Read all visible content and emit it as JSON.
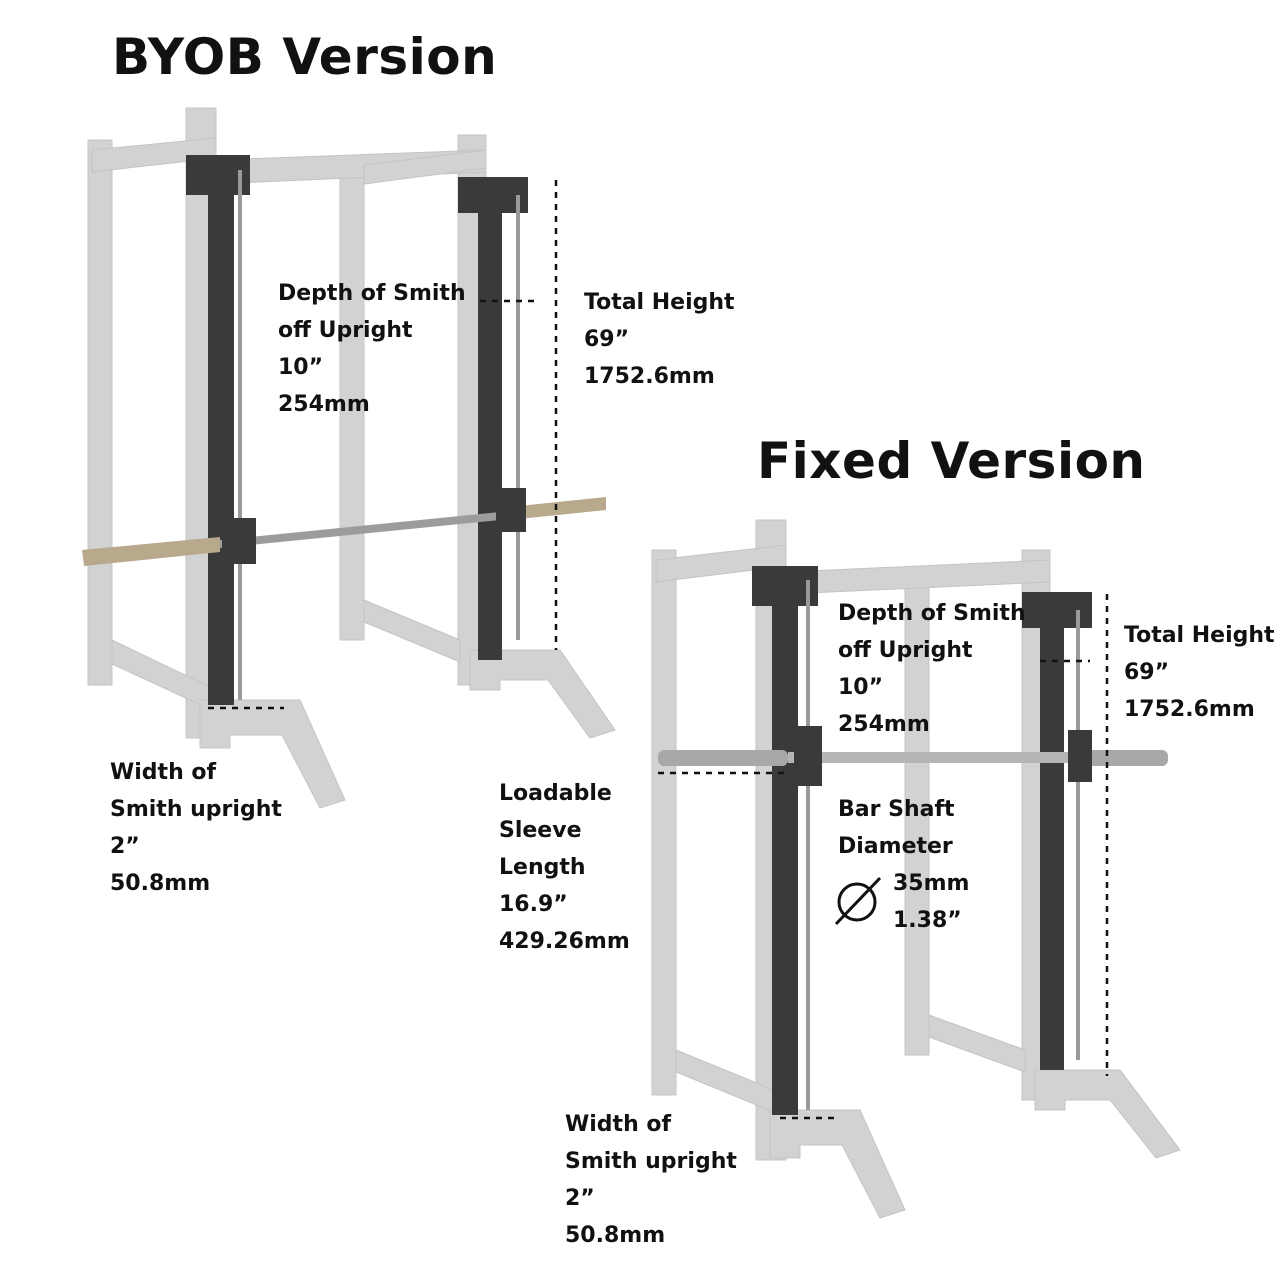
{
  "byob": {
    "title": "BYOB Version",
    "depth": [
      "Depth of Smith",
      "off Upright",
      "10”",
      "254mm"
    ],
    "height": [
      "Total Height",
      "69”",
      "1752.6mm"
    ],
    "width": [
      "Width of",
      "Smith upright",
      "2”",
      "50.8mm"
    ],
    "sleeve": [
      "Loadable",
      "Sleeve",
      "Length",
      "16.9”",
      "429.26mm"
    ]
  },
  "fixed": {
    "title": "Fixed Version",
    "depth": [
      "Depth of Smith",
      "off Upright",
      "10”",
      "254mm"
    ],
    "height": [
      "Total Height",
      "69”",
      "1752.6mm"
    ],
    "shaft": [
      "Bar Shaft",
      "Diameter"
    ],
    "shaft_values": [
      "35mm",
      "1.38”"
    ],
    "width": [
      "Width of",
      "Smith upright",
      "2”",
      "50.8mm"
    ]
  },
  "icons": [
    "diameter-icon"
  ]
}
